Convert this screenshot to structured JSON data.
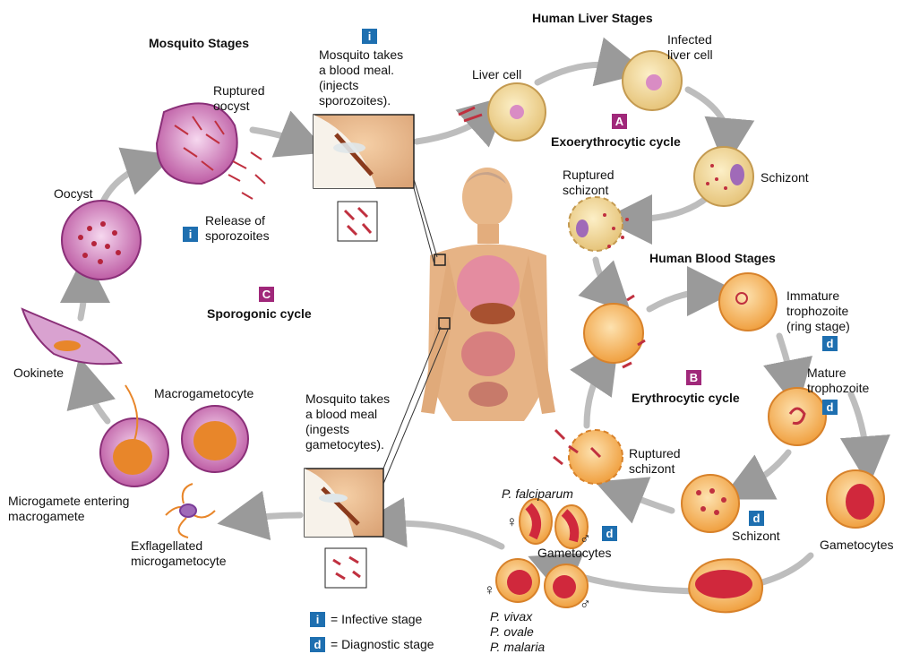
{
  "headings": {
    "mosquito_stages": "Mosquito Stages",
    "human_liver_stages": "Human Liver Stages",
    "human_blood_stages": "Human Blood Stages"
  },
  "cycles": {
    "A": {
      "badge": "A",
      "name": "Exoerythrocytic cycle"
    },
    "B": {
      "badge": "B",
      "name": "Erythrocytic cycle"
    },
    "C": {
      "badge": "C",
      "name": "Sporogonic cycle"
    }
  },
  "labels": {
    "mosquito_meal_1": "Mosquito takes\na blood meal.\n(injects\nsporozoites).",
    "liver_cell": "Liver cell",
    "infected_liver_cell": "Infected\nliver cell",
    "liver_schizont": "Schizont",
    "ruptured_schizont_liver": "Ruptured\nschizont",
    "immature_trophozoite": "Immature\ntrophozoite\n(ring stage)",
    "mature_trophozoite": "Mature\ntrophozoite",
    "blood_schizont": "Schizont",
    "ruptured_schizont_blood": "Ruptured\nschizont",
    "gametocytes_right": "Gametocytes",
    "gametocytes_mid": "Gametocytes",
    "p_falciparum": "P. falciparum",
    "p_vivax": "P. vivax",
    "p_ovale": "P. ovale",
    "p_malaria": "P. malaria",
    "mosquito_meal_2": "Mosquito takes\na blood meal\n(ingests\ngametocytes).",
    "macrogametocyte": "Macrogametocyte",
    "microgamete_entering": "Microgamete entering\nmacrogamete",
    "exflagellated": "Exflagellated\nmicrogametocyte",
    "ookinete": "Ookinete",
    "oocyst": "Oocyst",
    "ruptured_oocyst": "Ruptured\noocyst",
    "release_sporozoites": "Release of\nsporozoites"
  },
  "symbols": {
    "female": "♀",
    "male": "♂"
  },
  "badges": {
    "infective": "i",
    "diagnostic": "d"
  },
  "legend": {
    "infective_text": "= Infective stage",
    "diagnostic_text": "= Diagnostic stage"
  },
  "colors": {
    "badge_blue": "#1e6fb0",
    "badge_purple": "#a0287a",
    "rbc": "#f3a845",
    "liver_cell": "#f1d79a",
    "mosquito_cell": "#c977b7",
    "arrow": "#b8b8b8"
  }
}
